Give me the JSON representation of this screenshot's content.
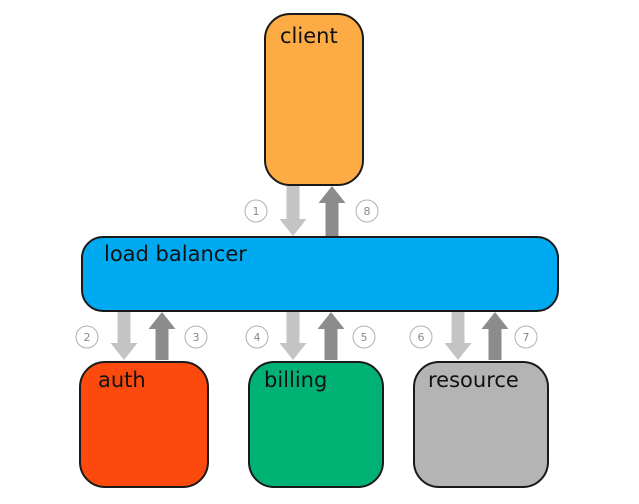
{
  "nodes": {
    "client": {
      "label": "client",
      "color": "#FDAB44"
    },
    "lb": {
      "label": "load balancer",
      "color": "#00AAF0"
    },
    "auth": {
      "label": "auth",
      "color": "#FC4A0E"
    },
    "billing": {
      "label": "billing",
      "color": "#00B375"
    },
    "resource": {
      "label": "resource",
      "color": "#B4B4B4"
    }
  },
  "steps": [
    {
      "number": "1",
      "from": "client",
      "to": "load balancer",
      "direction": "down",
      "color": "#C4C4C4"
    },
    {
      "number": "2",
      "from": "load balancer",
      "to": "auth",
      "direction": "down",
      "color": "#C4C4C4"
    },
    {
      "number": "3",
      "from": "auth",
      "to": "load balancer",
      "direction": "up",
      "color": "#8C8C8C"
    },
    {
      "number": "4",
      "from": "load balancer",
      "to": "billing",
      "direction": "down",
      "color": "#C4C4C4"
    },
    {
      "number": "5",
      "from": "billing",
      "to": "load balancer",
      "direction": "up",
      "color": "#8C8C8C"
    },
    {
      "number": "6",
      "from": "load balancer",
      "to": "resource",
      "direction": "down",
      "color": "#C4C4C4"
    },
    {
      "number": "7",
      "from": "resource",
      "to": "load balancer",
      "direction": "up",
      "color": "#8C8C8C"
    },
    {
      "number": "8",
      "from": "load balancer",
      "to": "client",
      "direction": "up",
      "color": "#8C8C8C"
    }
  ]
}
